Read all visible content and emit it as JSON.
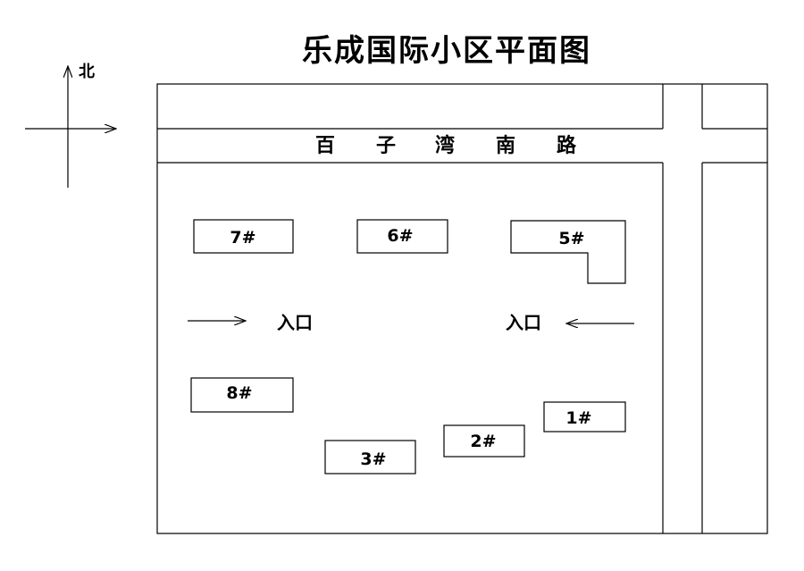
{
  "title": "乐成国际小区平面图",
  "compass": {
    "north_label": "北"
  },
  "road": {
    "chars": [
      "百",
      "子",
      "湾",
      "南",
      "路"
    ]
  },
  "buildings": [
    {
      "id": "7",
      "label": "7#"
    },
    {
      "id": "6",
      "label": "6#"
    },
    {
      "id": "5",
      "label": "5#"
    },
    {
      "id": "8",
      "label": "8#"
    },
    {
      "id": "1",
      "label": "1#"
    },
    {
      "id": "2",
      "label": "2#"
    },
    {
      "id": "3",
      "label": "3#"
    }
  ],
  "entrances": [
    {
      "side": "west",
      "label": "入口"
    },
    {
      "side": "east",
      "label": "入口"
    }
  ]
}
